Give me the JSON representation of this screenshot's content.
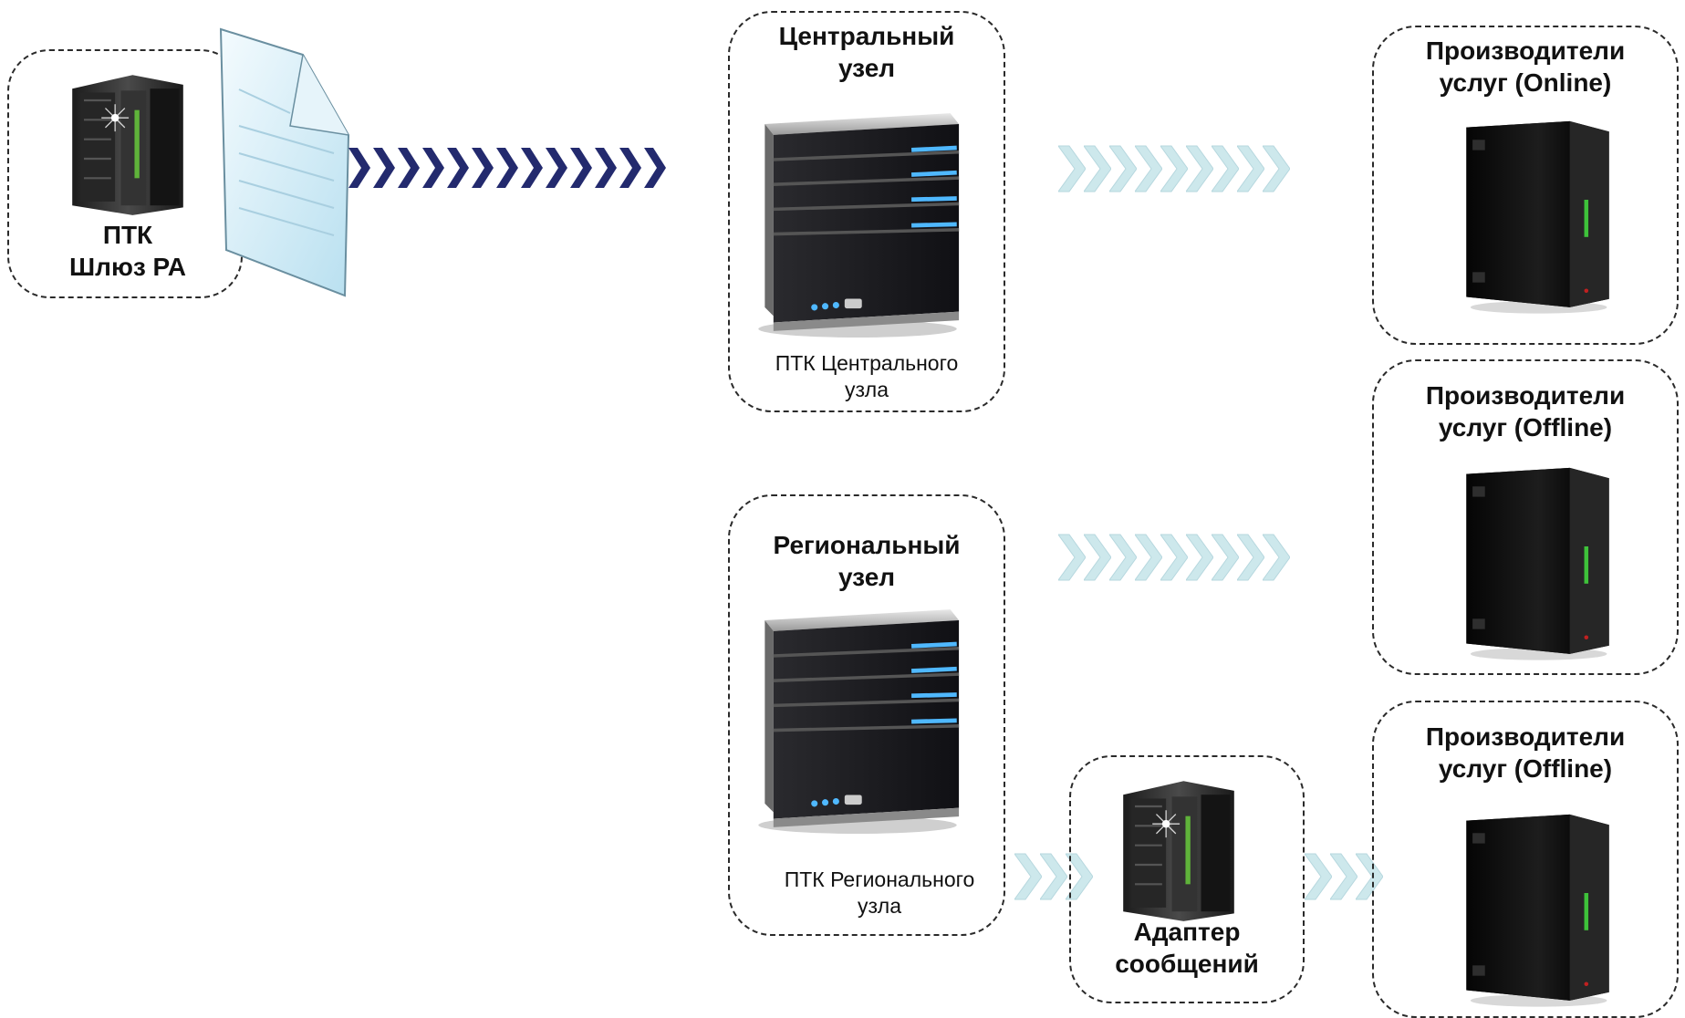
{
  "nodes": {
    "gateway": {
      "label": "ПТК\nШлюз РА"
    },
    "central": {
      "title": "Центральный\nузел",
      "caption": "ПТК Центрального\nузла"
    },
    "regional": {
      "title": "Региональный\nузел",
      "caption": "ПТК Регионального\nузла"
    },
    "adapter": {
      "label": "Адаптер\nсообщений"
    },
    "provider_online": {
      "title": "Производители\nуслуг (Online)"
    },
    "provider_offline_1": {
      "title": "Производители\nуслуг (Offline)"
    },
    "provider_offline_2": {
      "title": "Производители\nуслуг (Offline)"
    }
  },
  "colors": {
    "main_arrow": "#232a6e",
    "light_arrow": "#cde8ec",
    "border": "#2a2a2a"
  },
  "icons": {
    "document": "document-icon",
    "rack_server": "rack-server-icon",
    "tower_server": "tower-server-icon",
    "black_server": "black-server-icon"
  }
}
